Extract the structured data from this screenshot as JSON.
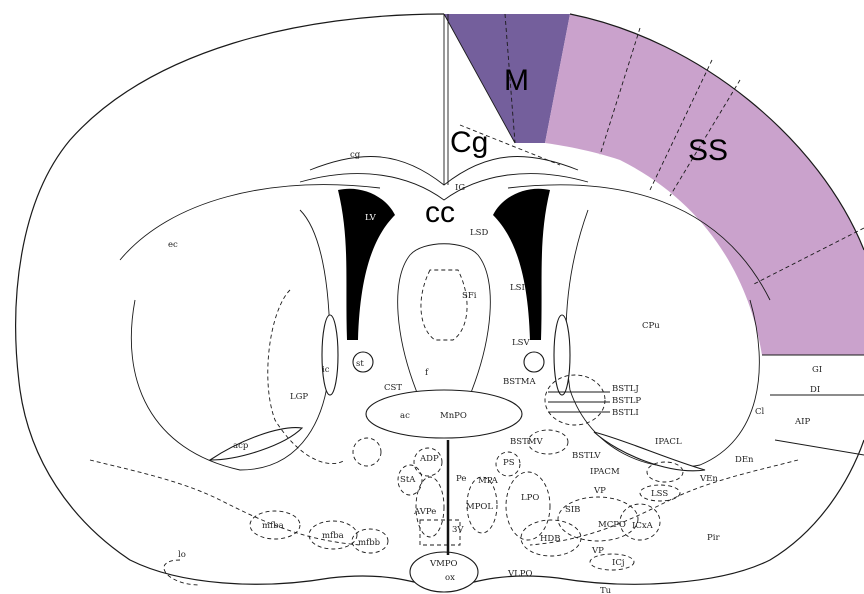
{
  "big_labels": {
    "m": "M",
    "cg": "Cg",
    "ss": "SS",
    "cc": "cc"
  },
  "region_colors": {
    "motor": "#745f9c",
    "somatosensory": "#caa2cc",
    "somatosensory_light": "#d0a8d2"
  },
  "labels": {
    "cg_small": "cg",
    "ig": "IG",
    "lv": "LV",
    "lsd": "LSD",
    "ec": "ec",
    "sfi": "SFi",
    "lsi": "LSI",
    "cpu": "CPu",
    "lsv": "LSV",
    "st": "st",
    "ic": "ic",
    "f": "f",
    "cst": "CST",
    "bstma": "BSTMA",
    "lgp": "LGP",
    "ac": "ac",
    "mnpo": "MnPO",
    "bstlj": "BSTLJ",
    "bstlp": "BSTLP",
    "bstli": "BSTLI",
    "gi": "GI",
    "di": "DI",
    "aip": "AIP",
    "cl": "Cl",
    "acp": "acp",
    "bstmv": "BSTMV",
    "ipacl": "IPACL",
    "adp": "ADP",
    "ps": "PS",
    "bstlv": "BSTLV",
    "den": "DEn",
    "sta": "StA",
    "pe": "Pe",
    "mpa": "MPA",
    "ipacm": "IPACM",
    "ven": "VEn",
    "lpo": "LPO",
    "vp": "VP",
    "lss": "LSS",
    "avpe": "AVPe",
    "mpol": "MPOL",
    "sib": "SIB",
    "mfba": "mfba",
    "mfba2": "mfba",
    "mcpo": "MCPO",
    "icxa": "ICxA",
    "3v": "3V",
    "hdb": "HDB",
    "mfbb": "mfbb",
    "vp2": "VP",
    "pir": "Pir",
    "icj": "ICj",
    "lo": "lo",
    "vmpo": "VMPO",
    "vlpo": "VLPO",
    "ox": "ox",
    "tu": "Tu"
  }
}
